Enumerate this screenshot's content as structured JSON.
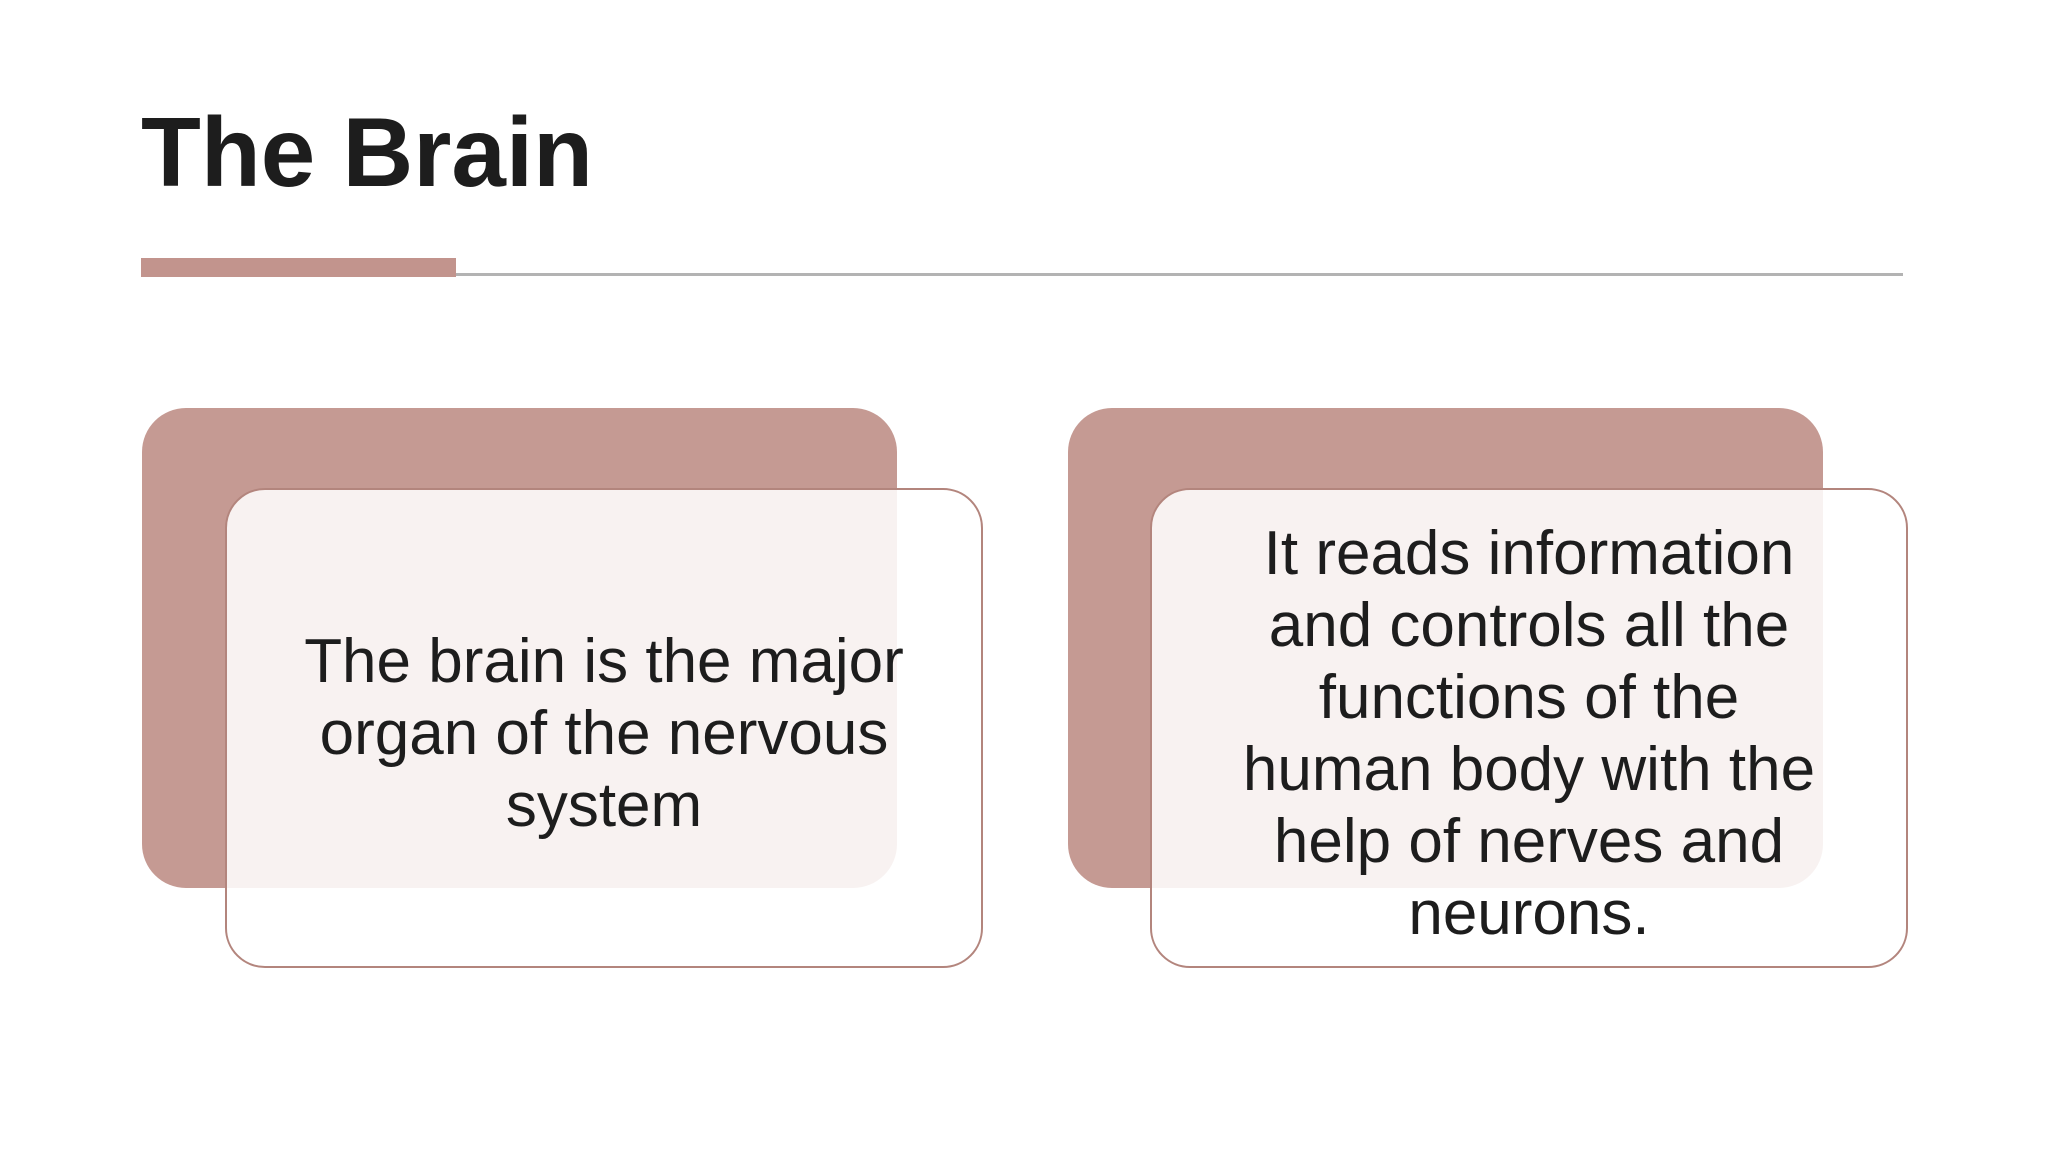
{
  "slide": {
    "title": "The Brain",
    "cards": [
      {
        "name": "brain-definition-card",
        "lines": [
          "The brain is the major",
          "organ of the nervous",
          "system"
        ]
      },
      {
        "name": "brain-function-card",
        "lines": [
          "It reads information",
          "and controls all the",
          "functions of the",
          "human body with the",
          "help of nerves and",
          "neurons."
        ]
      }
    ],
    "colors": {
      "accent": "#c2948d",
      "mauve": "#c59a93",
      "card_border": "#b3857d",
      "divider": "#b3b3b3",
      "text": "#1d1d1d",
      "background": "#ffffff"
    }
  }
}
